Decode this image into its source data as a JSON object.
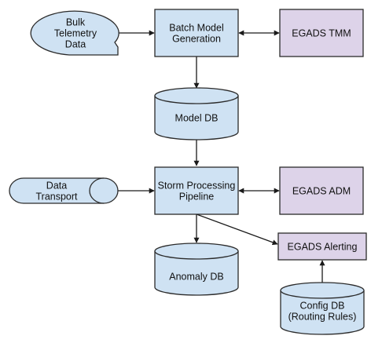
{
  "colors": {
    "process_fill": "#cfe2f3",
    "tool_fill": "#ddd3e9",
    "stroke": "#2b2b2b"
  },
  "nodes": {
    "bulk_telemetry": {
      "lines": [
        "Bulk",
        "Telemetry",
        "Data"
      ]
    },
    "batch_model": {
      "lines": [
        "Batch Model",
        "Generation"
      ]
    },
    "egads_tmm": {
      "lines": [
        "EGADS TMM"
      ]
    },
    "model_db": {
      "lines": [
        "Model DB"
      ]
    },
    "data_transport": {
      "lines": [
        "Data",
        "Transport"
      ]
    },
    "storm_pipeline": {
      "lines": [
        "Storm Processing",
        "Pipeline"
      ]
    },
    "egads_adm": {
      "lines": [
        "EGADS ADM"
      ]
    },
    "egads_alerting": {
      "lines": [
        "EGADS Alerting"
      ]
    },
    "anomaly_db": {
      "lines": [
        "Anomaly DB"
      ]
    },
    "config_db": {
      "lines": [
        "Config DB",
        "(Routing Rules)"
      ]
    }
  }
}
